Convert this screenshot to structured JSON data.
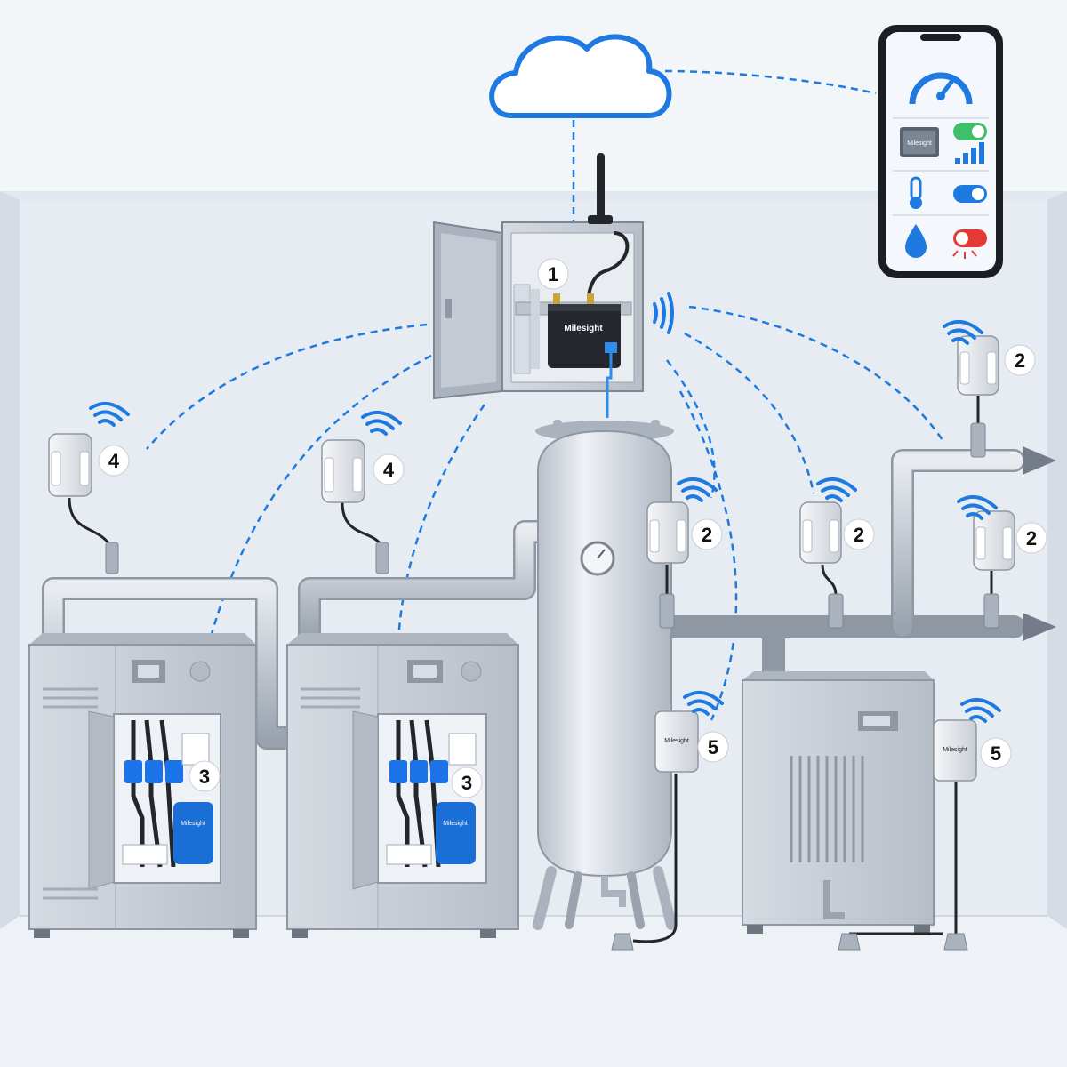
{
  "brand": "Milesight",
  "markers": {
    "gateway": "1",
    "pressure_sensor": "2",
    "current_sensor": "3",
    "compressor_pressure_sensor": "4",
    "leak_sensor": "5"
  },
  "app_screen": {
    "icons": [
      "gauge-icon",
      "gateway-icon",
      "signal-bars-icon",
      "thermometer-icon",
      "water-drop-icon"
    ],
    "toggles": [
      {
        "name": "gateway-toggle",
        "state": "on",
        "color": "#3fbf6a"
      },
      {
        "name": "temperature-toggle",
        "state": "on",
        "color": "#1e7ae0"
      },
      {
        "name": "leak-toggle",
        "state": "alarm",
        "color": "#e53935"
      }
    ]
  },
  "colors": {
    "link": "#1e7ae0",
    "wireless": "#1e7ae0",
    "current_clamp": "#1a73e8",
    "equipment": "#c9ced6",
    "wall": "#e3e9f0",
    "floor": "#edf1f5"
  }
}
